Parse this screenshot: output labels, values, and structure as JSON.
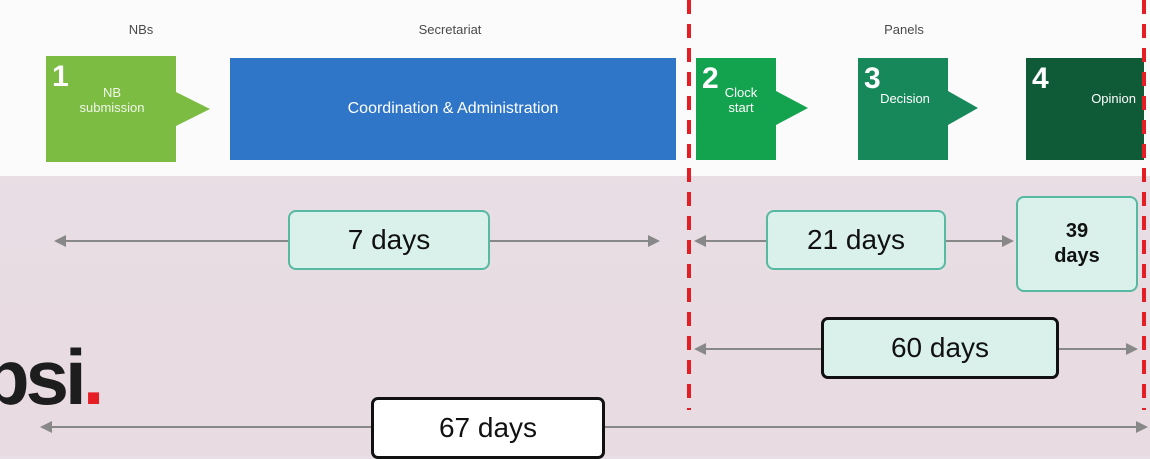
{
  "sections": {
    "nbs": "NBs",
    "secretariat": "Secretariat",
    "panels": "Panels"
  },
  "steps": {
    "s1": {
      "number": "1",
      "label": "NB\nsubmission"
    },
    "coordination": {
      "label": "Coordination & Administration"
    },
    "s2": {
      "number": "2",
      "label": "Clock\nstart"
    },
    "s3": {
      "number": "3",
      "label": "Decision"
    },
    "s4": {
      "number": "4",
      "label": "Opinion"
    }
  },
  "durations": {
    "d7": "7 days",
    "d21": "21 days",
    "d39_num": "39",
    "d39_unit": "days",
    "d60": "60 days",
    "d67": "67 days"
  },
  "logo": {
    "text": "bsi",
    "dot": "."
  },
  "colors": {
    "step1": "#7cbc43",
    "coordination": "#2f76c9",
    "step2": "#13a34e",
    "step3": "#17885a",
    "step4": "#0f5b37",
    "accent_red": "#e51d24",
    "teal_border": "#58b9a2",
    "box_fill": "#d9f1ea"
  }
}
